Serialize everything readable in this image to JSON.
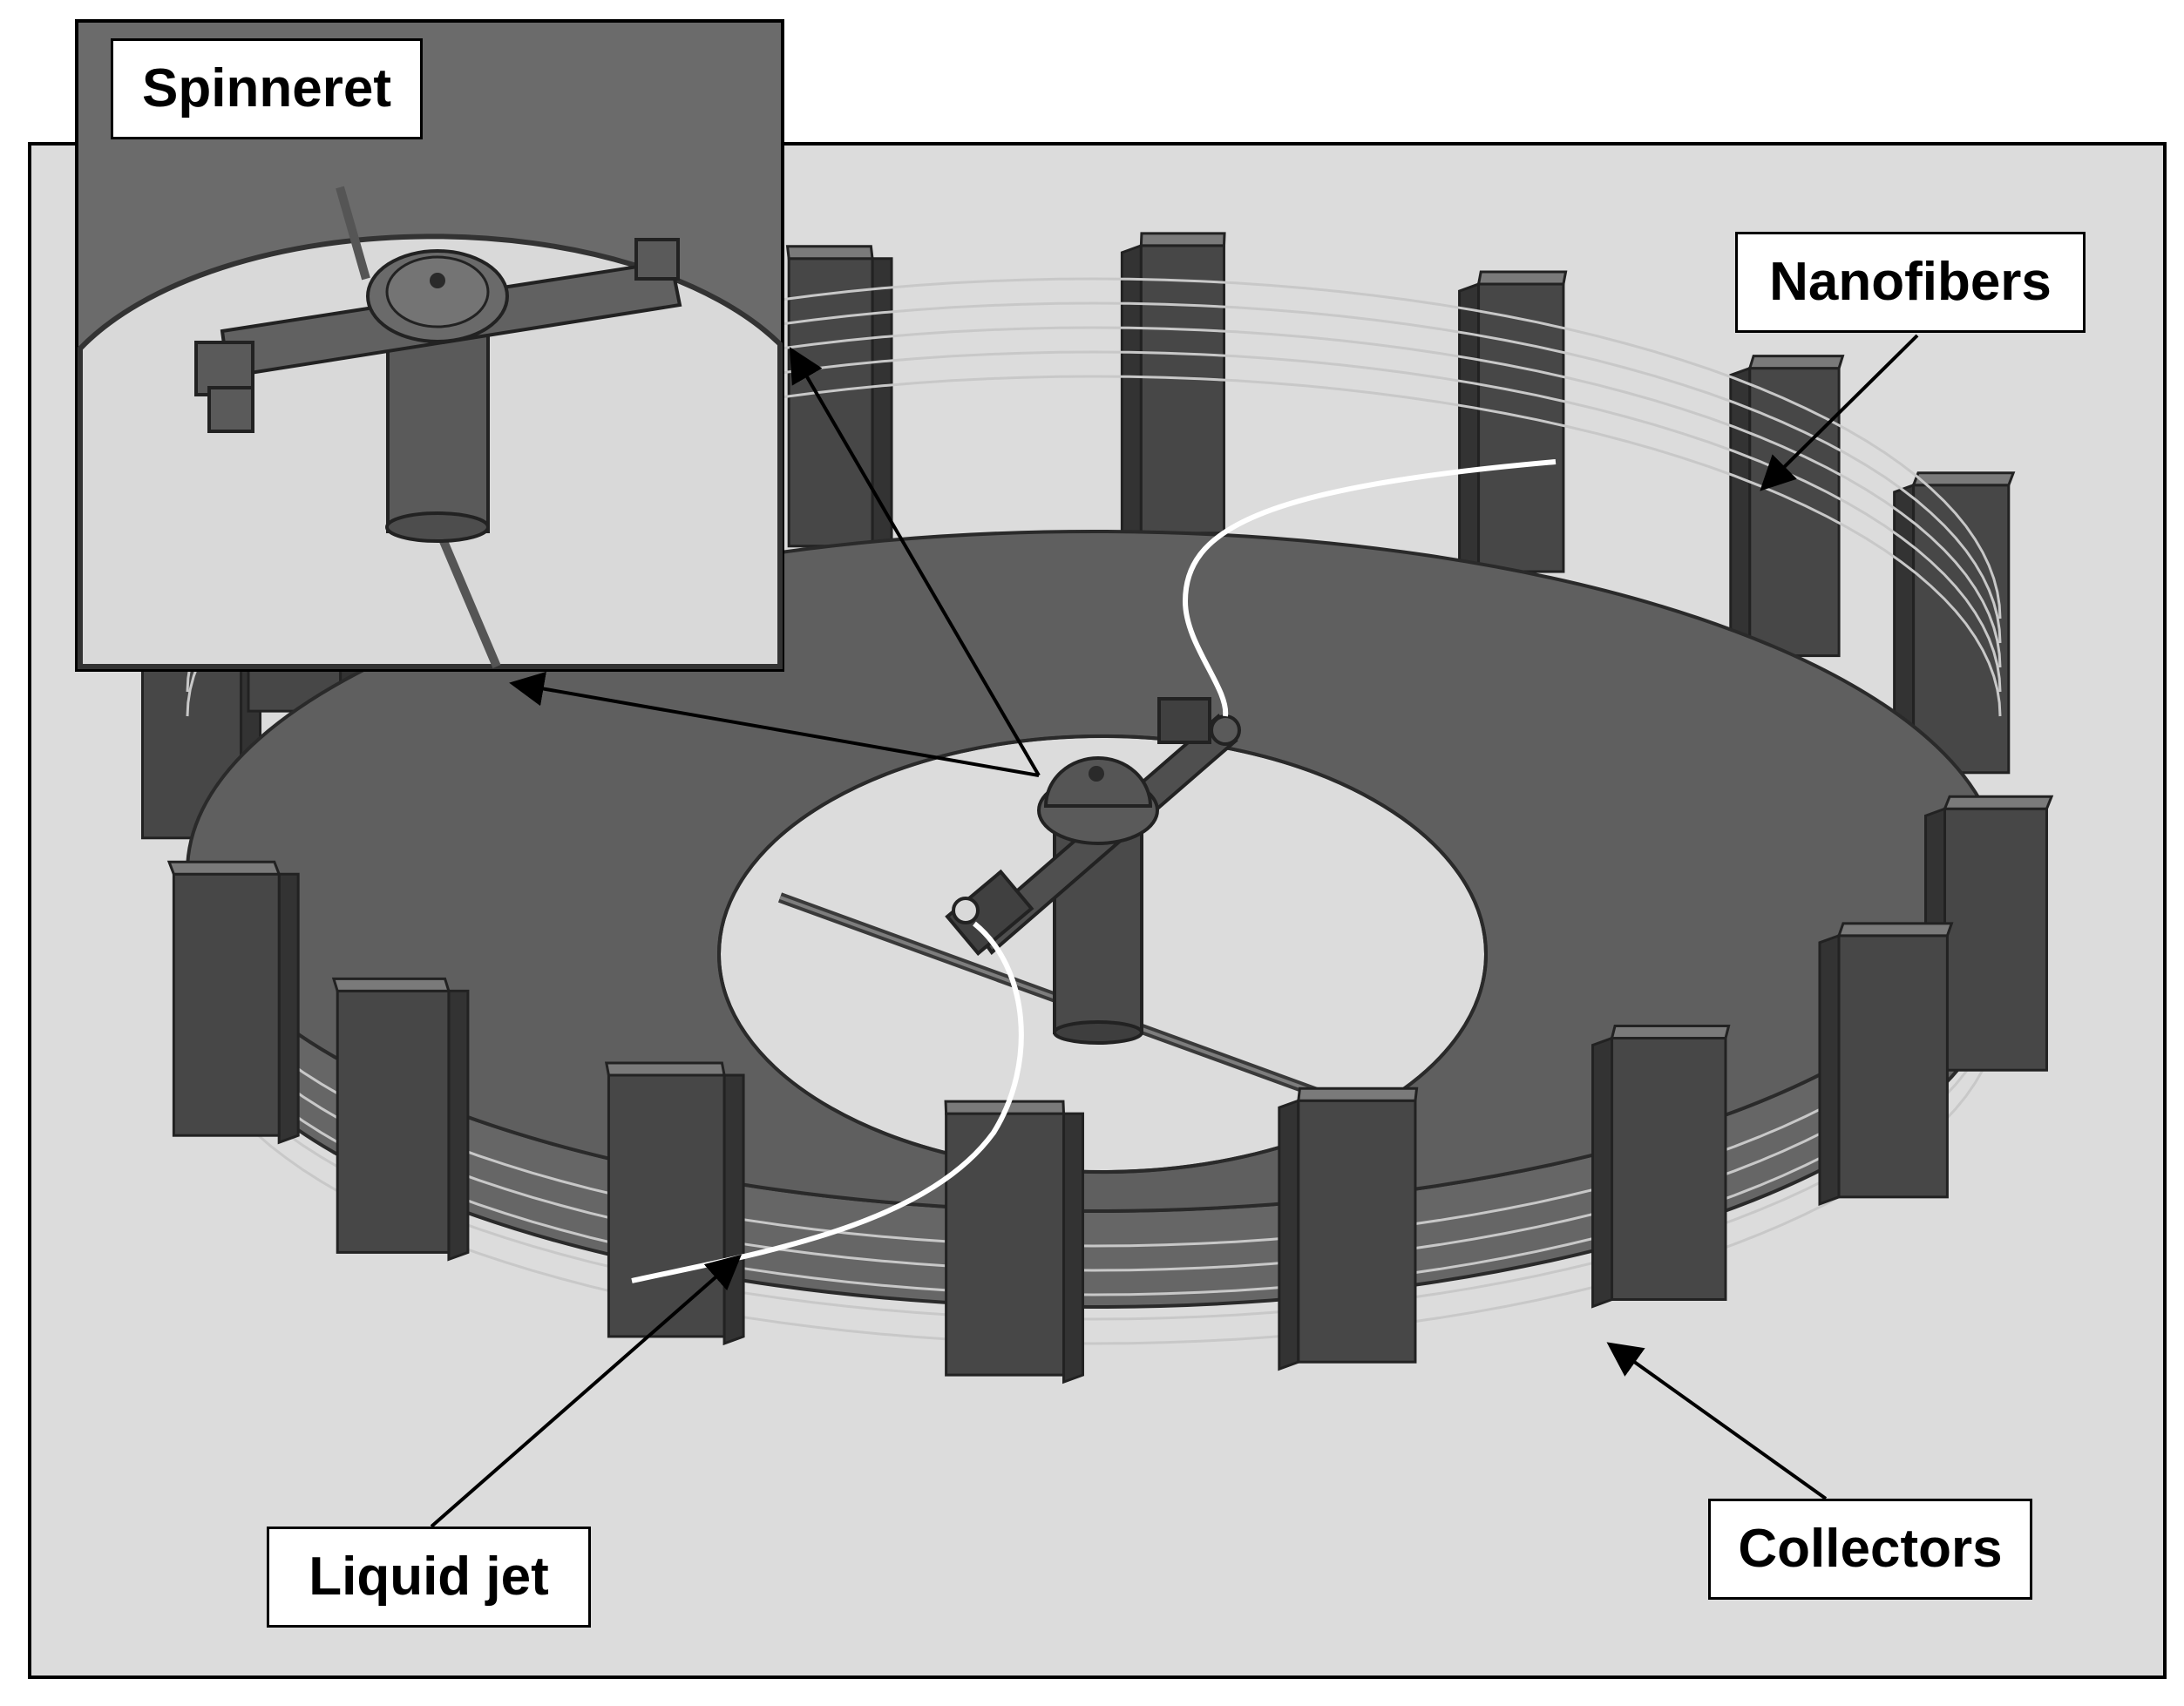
{
  "labels": {
    "spinneret": "Spinneret",
    "nanofibers": "Nanofibers",
    "liquid_jet": "Liquid jet",
    "collectors": "Collectors"
  },
  "colors": {
    "background_panel": "#dcdcdc",
    "ring_top": "#5f5f5f",
    "ring_side": "#666666",
    "collector_front": "#474747",
    "collector_side": "#333333",
    "collector_top": "#7a7a7a",
    "fiber": "#c8c8c8",
    "jet": "#ffffff",
    "inset_background": "#6b6b6b",
    "inset_inner": "#d9d9d9"
  },
  "counts": {
    "collectors": 16,
    "fiber_strands": 5
  }
}
